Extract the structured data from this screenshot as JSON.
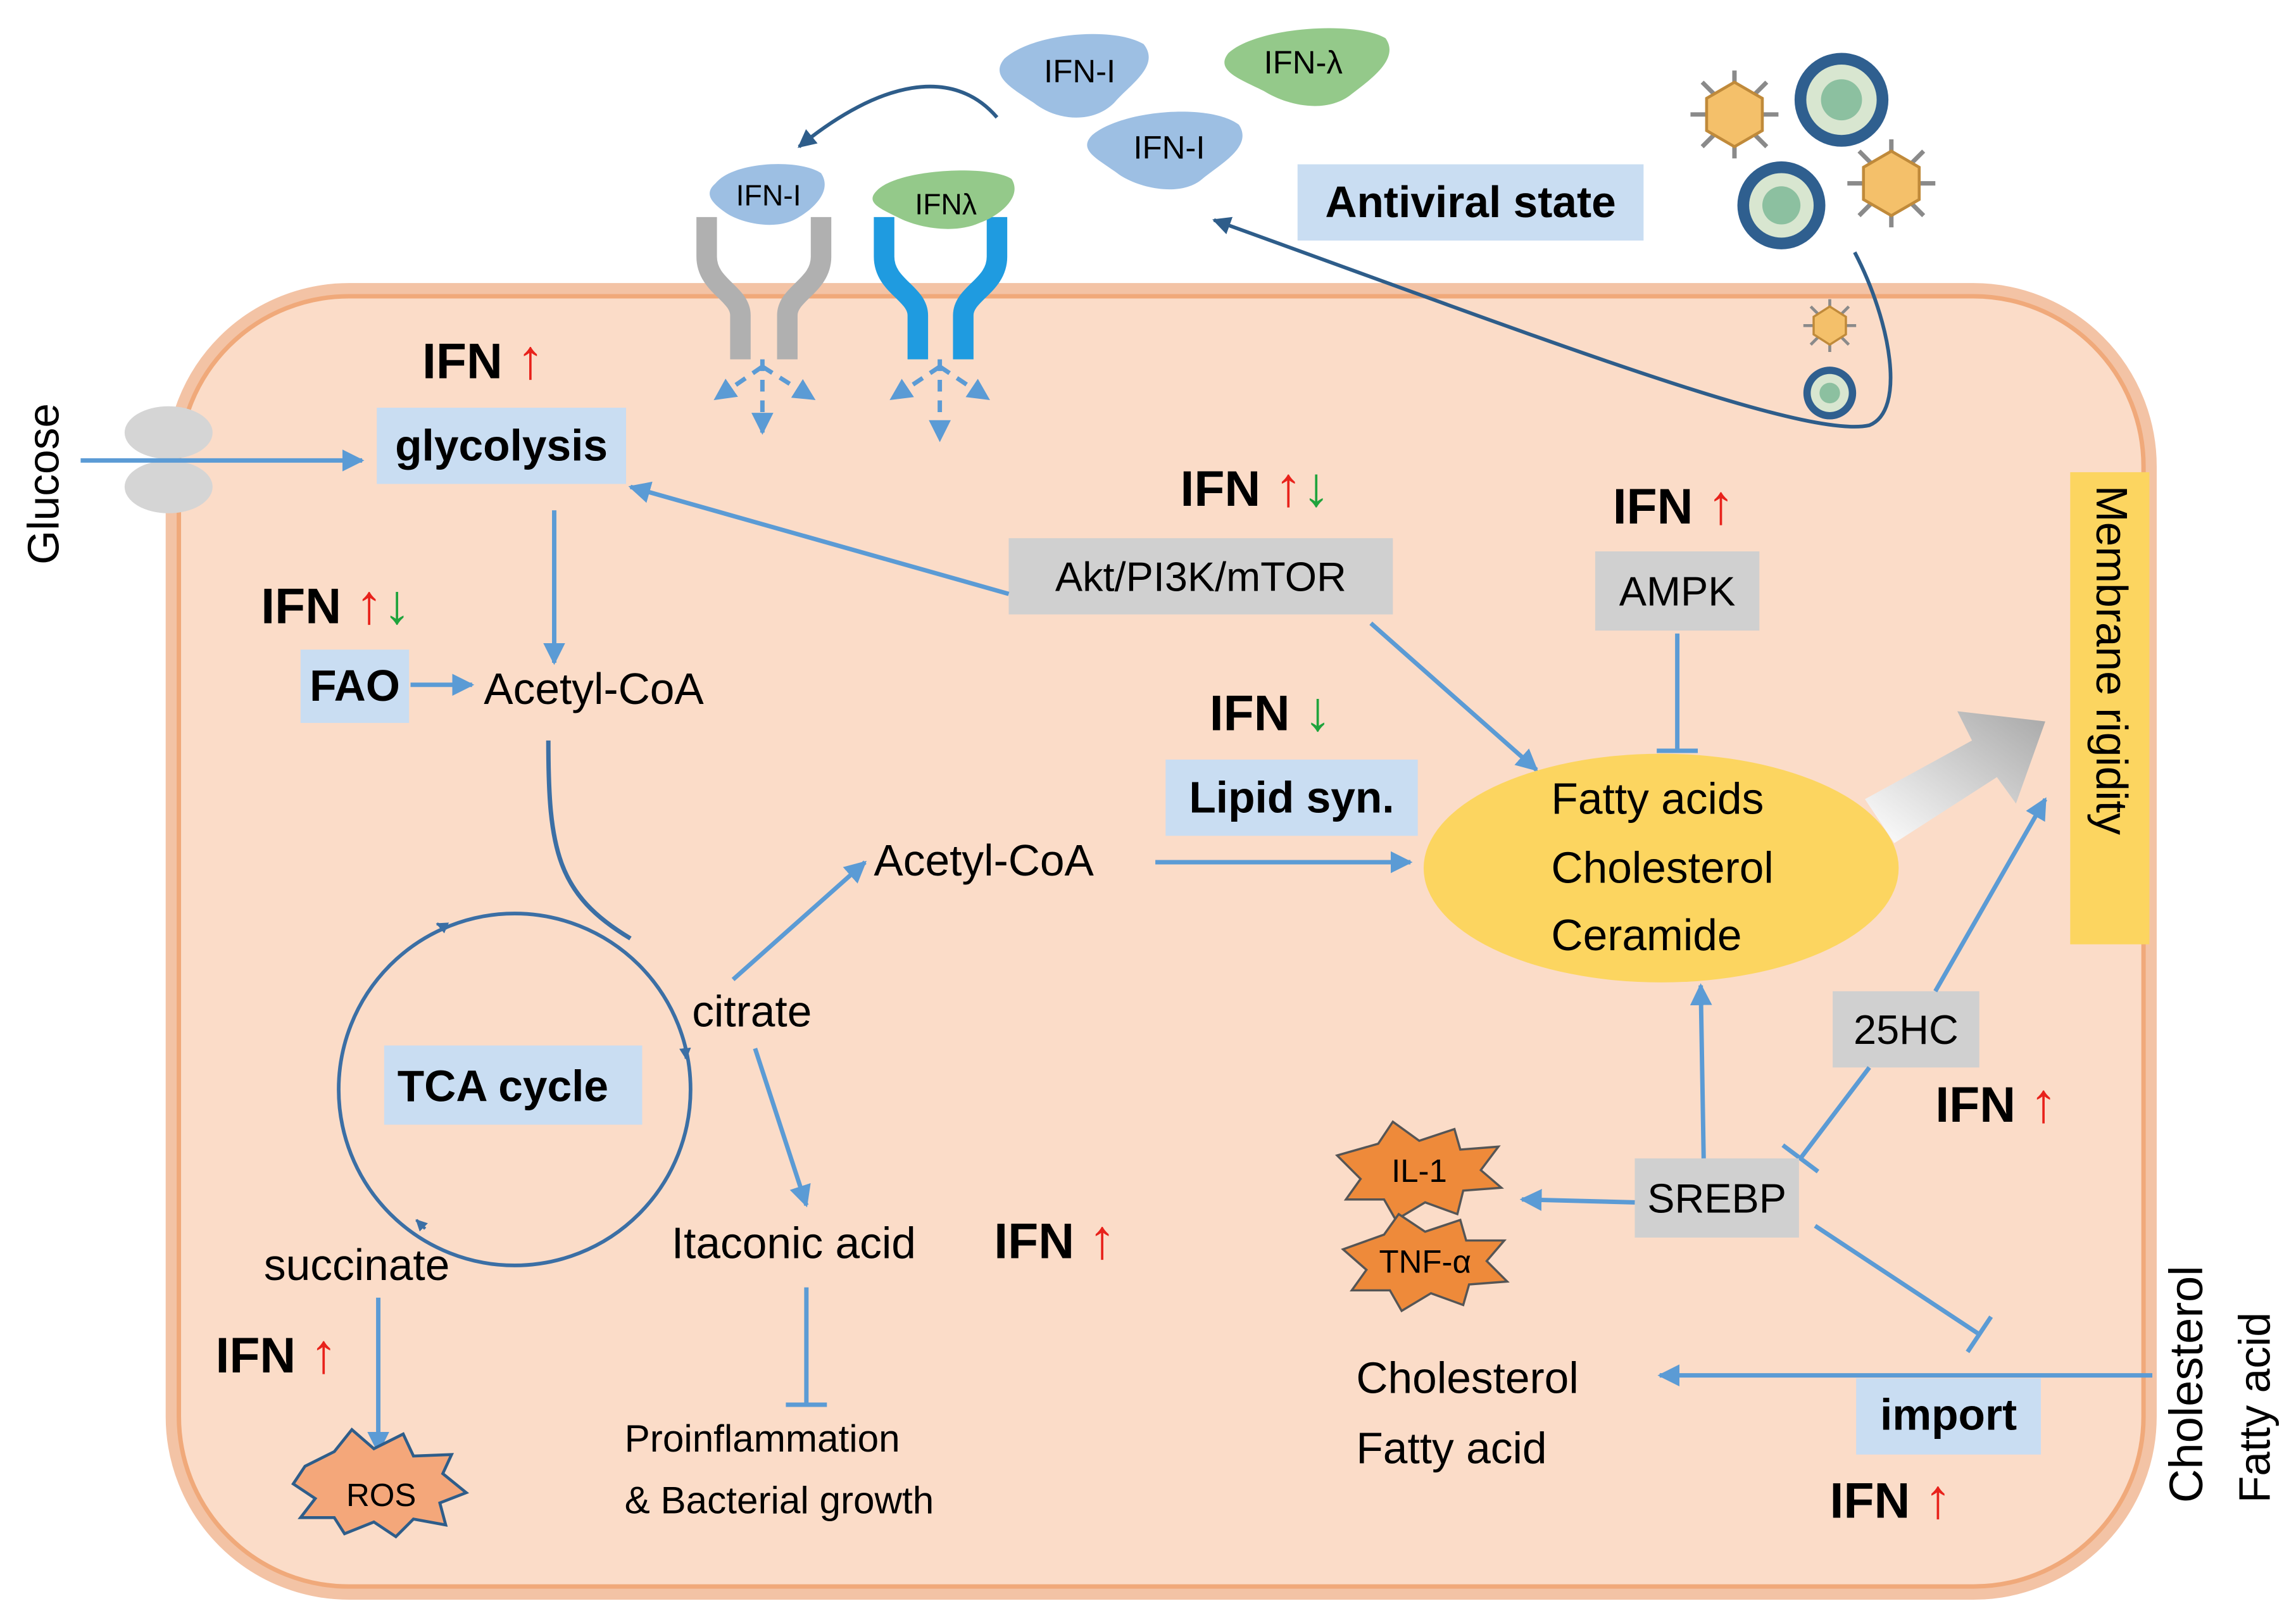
{
  "colors": {
    "cell_fill": "#fbdcc8",
    "cell_border": "#f0a97a",
    "arrow": "#5b9bd5",
    "box_blue": "#c9ddf2",
    "box_gray": "#d0d0d0",
    "lipid_yellow": "#fcd560",
    "orange_star": "#ee8a3a",
    "ifn_up": "#e8221b",
    "ifn_down": "#1fa33c",
    "ifn_i_blue": "#9dbfe3",
    "ifn_lambda_green": "#94c98a"
  },
  "labels": {
    "glucose": "Glucose",
    "glycolysis": "glycolysis",
    "fao": "FAO",
    "acetyl_coa_top": "Acetyl-CoA",
    "acetyl_coa_mid": "Acetyl-CoA",
    "tca_cycle": "TCA cycle",
    "citrate": "citrate",
    "succinate": "succinate",
    "ros": "ROS",
    "itaconic_acid": "Itaconic acid",
    "proinflammation_line1": "Proinflammation",
    "proinflammation_line2": "& Bacterial growth",
    "akt": "Akt/PI3K/mTOR",
    "ampk": "AMPK",
    "lipid_syn": "Lipid syn.",
    "lipids_line1": "Fatty acids",
    "lipids_line2": "Cholesterol",
    "lipids_line3": "Ceramide",
    "membrane_rigidity": "Membrane rigidity",
    "hc25": "25HC",
    "srebp": "SREBP",
    "il1": "IL-1",
    "tnf": "TNF-α",
    "cholesterol_in": "Cholesterol",
    "fatty_acid_in": "Fatty acid",
    "import": "import",
    "cholesterol_out": "Cholesterol",
    "fatty_acid_out": "Fatty acid",
    "antiviral_state": "Antiviral state",
    "ifn_i_1": "IFN-I",
    "ifn_i_2": "IFN-I",
    "ifn_i_receptor": "IFN-I",
    "ifn_lambda": "IFN-λ",
    "ifn_lambda_receptor": "IFNλ"
  },
  "ifn_markers": {
    "ifn_text": "IFN",
    "up_arrow": "↑",
    "down_arrow": "↓"
  }
}
